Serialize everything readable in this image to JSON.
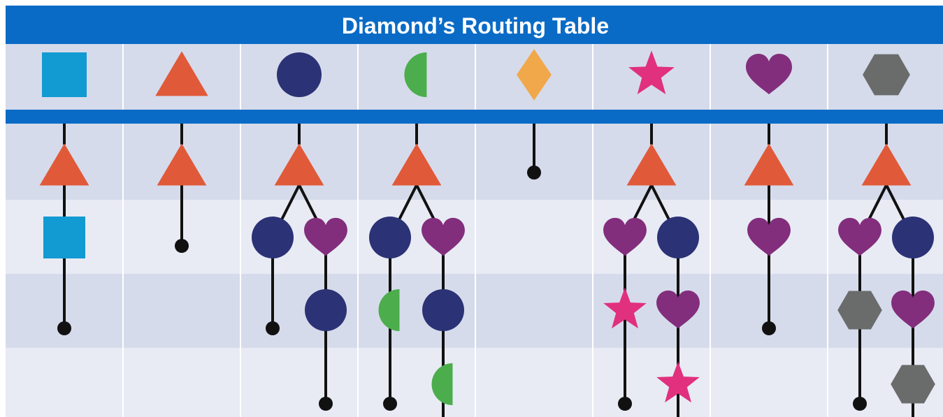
{
  "title": "Diamond’s Routing Table",
  "colors": {
    "header_blue": "#0a6bc6",
    "cell_dark": "#d6dbeb",
    "cell_light": "#e8ebf4",
    "square": "#129ad3",
    "triangle": "#e05a39",
    "circle": "#2b3275",
    "half_circle": "#4cad4c",
    "diamond": "#f0a84a",
    "star": "#e0307e",
    "heart": "#822e7c",
    "hexagon": "#6a6c6c",
    "line": "#111111"
  },
  "destinations": [
    {
      "shape": "square"
    },
    {
      "shape": "triangle"
    },
    {
      "shape": "circle"
    },
    {
      "shape": "half-circle"
    },
    {
      "shape": "diamond"
    },
    {
      "shape": "star"
    },
    {
      "shape": "heart"
    },
    {
      "shape": "hexagon"
    }
  ],
  "routes": [
    {
      "next_hop": "triangle",
      "paths": [
        [
          "square",
          "end"
        ]
      ]
    },
    {
      "next_hop": "triangle",
      "paths": [
        [
          "end"
        ]
      ]
    },
    {
      "next_hop": "triangle",
      "paths": [
        [
          "circle",
          "end"
        ],
        [
          "heart",
          "circle",
          "end"
        ]
      ]
    },
    {
      "next_hop": "triangle",
      "paths": [
        [
          "circle",
          "half-circle",
          "end"
        ],
        [
          "heart",
          "circle",
          "half-circle"
        ]
      ]
    },
    {
      "next_hop": null,
      "paths": [
        [
          "end"
        ]
      ]
    },
    {
      "next_hop": "triangle",
      "paths": [
        [
          "heart",
          "star",
          "end"
        ],
        [
          "circle",
          "heart",
          "star"
        ]
      ]
    },
    {
      "next_hop": "triangle",
      "paths": [
        [
          "heart",
          "end"
        ]
      ]
    },
    {
      "next_hop": "triangle",
      "paths": [
        [
          "heart",
          "hexagon",
          "end"
        ],
        [
          "circle",
          "heart",
          "hexagon"
        ]
      ]
    }
  ]
}
